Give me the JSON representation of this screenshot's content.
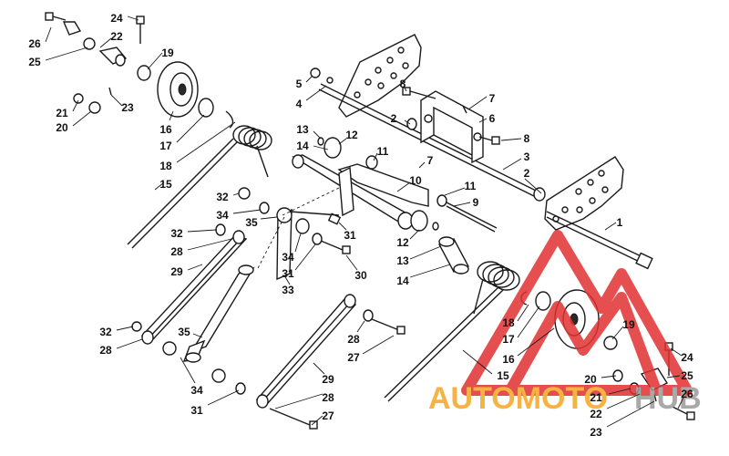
{
  "diagram": {
    "callouts": [
      {
        "id": "c24a",
        "label": "24"
      },
      {
        "id": "c26a",
        "label": "26"
      },
      {
        "id": "c22a",
        "label": "22"
      },
      {
        "id": "c25a",
        "label": "25"
      },
      {
        "id": "c19a",
        "label": "19"
      },
      {
        "id": "c21a",
        "label": "21"
      },
      {
        "id": "c23a",
        "label": "23"
      },
      {
        "id": "c20a",
        "label": "20"
      },
      {
        "id": "c16a",
        "label": "16"
      },
      {
        "id": "c17a",
        "label": "17"
      },
      {
        "id": "c18a",
        "label": "18"
      },
      {
        "id": "c15a",
        "label": "15"
      },
      {
        "id": "c5",
        "label": "5"
      },
      {
        "id": "c4",
        "label": "4"
      },
      {
        "id": "c8a",
        "label": "8"
      },
      {
        "id": "c7a",
        "label": "7"
      },
      {
        "id": "c6",
        "label": "6"
      },
      {
        "id": "c2a",
        "label": "2"
      },
      {
        "id": "c13a",
        "label": "13"
      },
      {
        "id": "c12a",
        "label": "12"
      },
      {
        "id": "c14a",
        "label": "14"
      },
      {
        "id": "c11a",
        "label": "11"
      },
      {
        "id": "c8b",
        "label": "8"
      },
      {
        "id": "c3",
        "label": "3"
      },
      {
        "id": "c7b",
        "label": "7"
      },
      {
        "id": "c2b",
        "label": "2"
      },
      {
        "id": "c10",
        "label": "10"
      },
      {
        "id": "c11b",
        "label": "11"
      },
      {
        "id": "c9",
        "label": "9"
      },
      {
        "id": "c1",
        "label": "1"
      },
      {
        "id": "c32a",
        "label": "32"
      },
      {
        "id": "c34a",
        "label": "34"
      },
      {
        "id": "c35a",
        "label": "35"
      },
      {
        "id": "c32b",
        "label": "32"
      },
      {
        "id": "c28a",
        "label": "28"
      },
      {
        "id": "c29a",
        "label": "29"
      },
      {
        "id": "c31a",
        "label": "31"
      },
      {
        "id": "c12b",
        "label": "12"
      },
      {
        "id": "c13b",
        "label": "13"
      },
      {
        "id": "c14b",
        "label": "14"
      },
      {
        "id": "c34b",
        "label": "34"
      },
      {
        "id": "c31b",
        "label": "31"
      },
      {
        "id": "c30",
        "label": "30"
      },
      {
        "id": "c33",
        "label": "33"
      },
      {
        "id": "c32c",
        "label": "32"
      },
      {
        "id": "c28b",
        "label": "28"
      },
      {
        "id": "c35b",
        "label": "35"
      },
      {
        "id": "c34c",
        "label": "34"
      },
      {
        "id": "c31c",
        "label": "31"
      },
      {
        "id": "c28c",
        "label": "28"
      },
      {
        "id": "c27a",
        "label": "27"
      },
      {
        "id": "c29b",
        "label": "29"
      },
      {
        "id": "c28d",
        "label": "28"
      },
      {
        "id": "c27b",
        "label": "27"
      },
      {
        "id": "c18b",
        "label": "18"
      },
      {
        "id": "c17b",
        "label": "17"
      },
      {
        "id": "c16b",
        "label": "16"
      },
      {
        "id": "c19b",
        "label": "19"
      },
      {
        "id": "c15b",
        "label": "15"
      },
      {
        "id": "c24b",
        "label": "24"
      },
      {
        "id": "c25b",
        "label": "25"
      },
      {
        "id": "c20b",
        "label": "20"
      },
      {
        "id": "c21b",
        "label": "21"
      },
      {
        "id": "c26b",
        "label": "26"
      },
      {
        "id": "c22b",
        "label": "22"
      },
      {
        "id": "c23b",
        "label": "23"
      }
    ]
  },
  "watermark": {
    "text_part1": "AUTOMOTO",
    "text_part2": "HUB",
    "color_main": "#f5a623",
    "color_hub": "#9b9b9b",
    "color_triangle": "#e03030"
  }
}
